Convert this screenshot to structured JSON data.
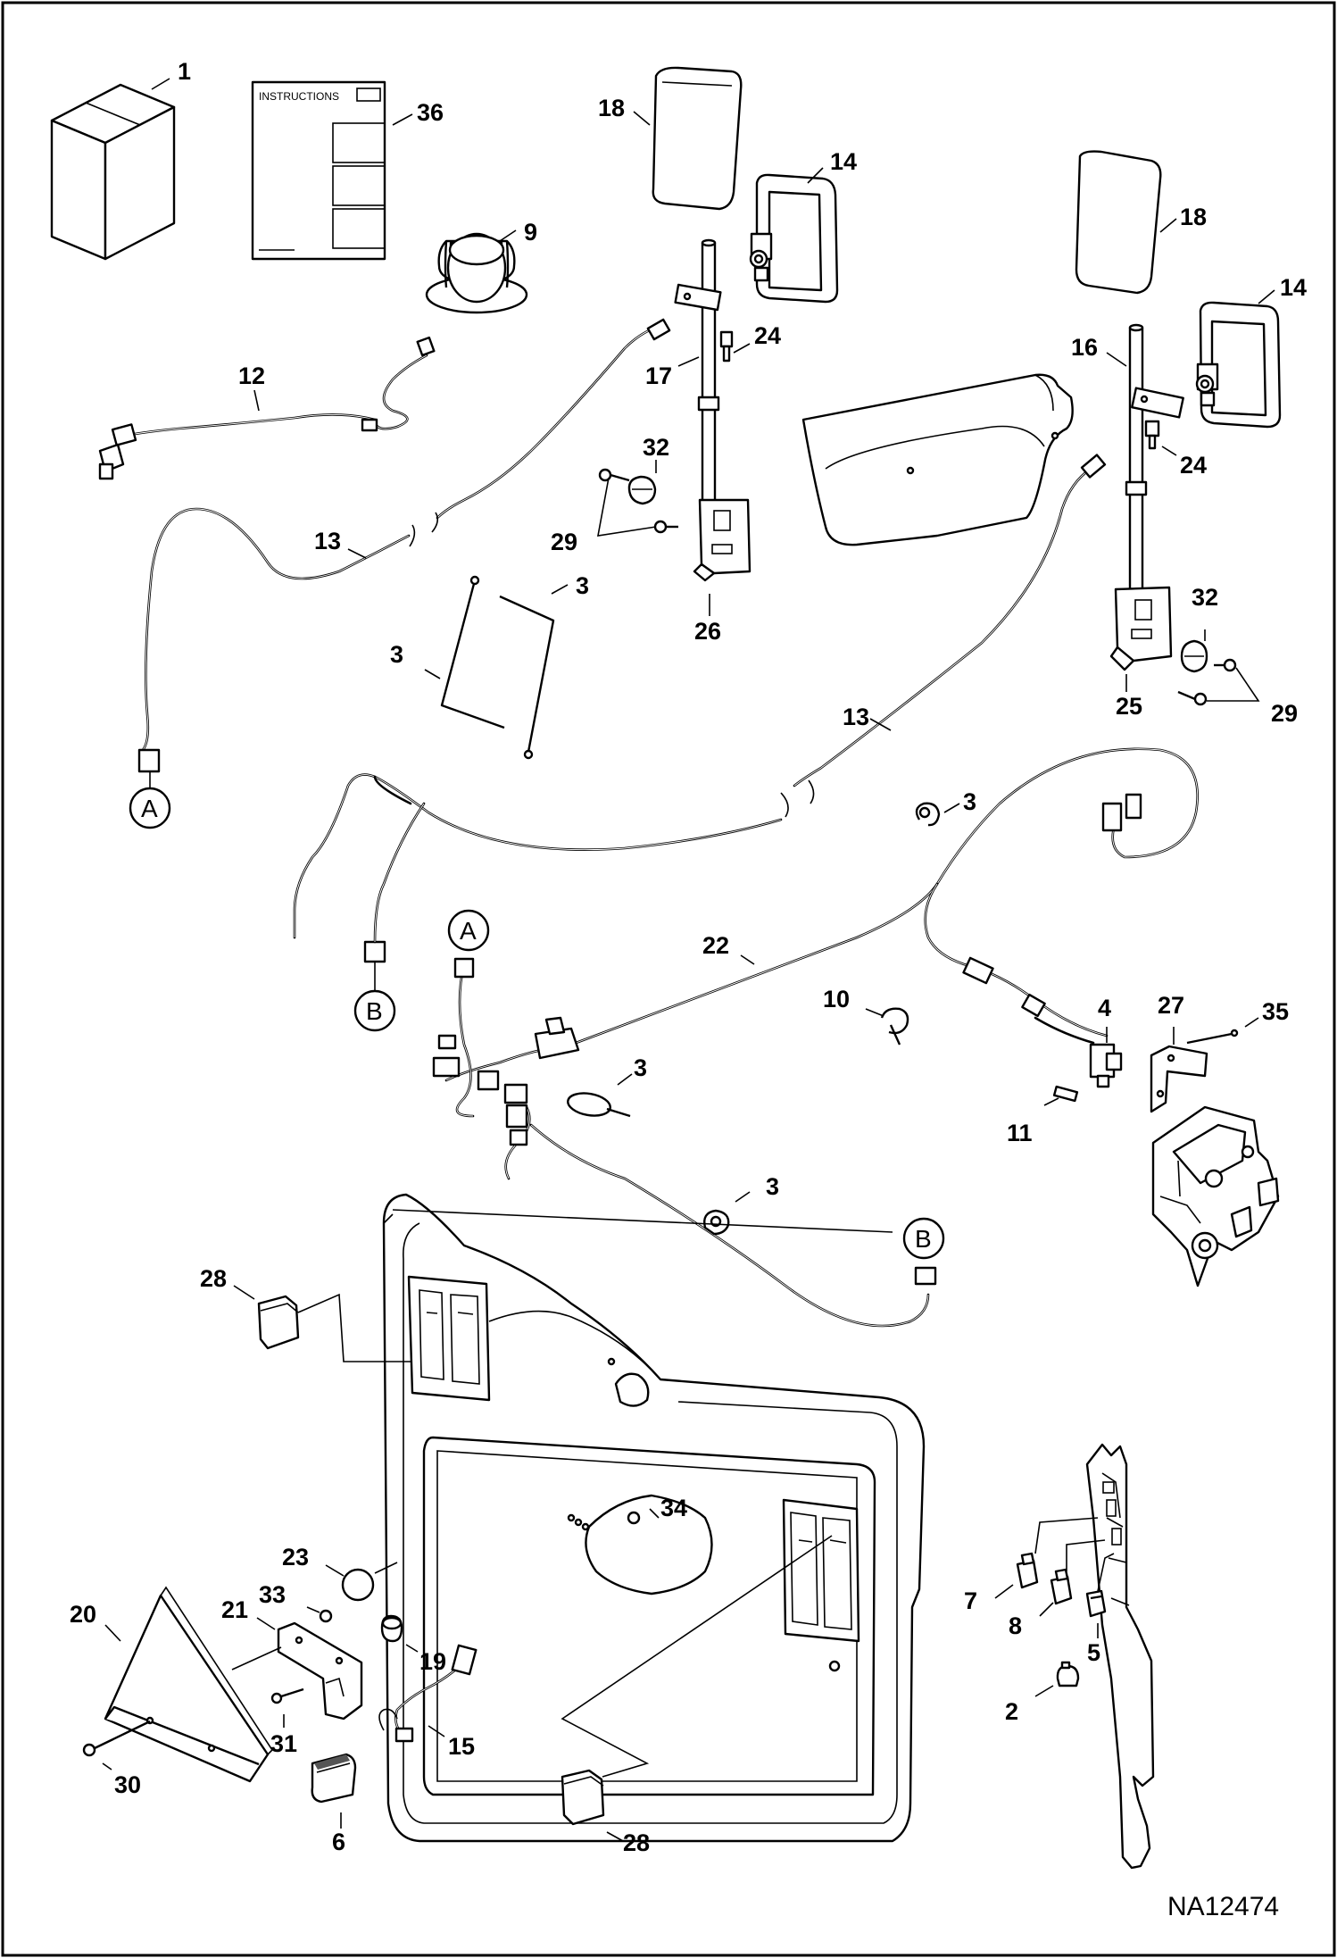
{
  "document_id": "NA12474",
  "instructions_heading": "INSTRUCTIONS",
  "connector_labels": {
    "a_top": "A",
    "a_mid": "A",
    "b_top": "B",
    "b_bottom": "B"
  },
  "callouts": {
    "c1": "1",
    "c36": "36",
    "c9": "9",
    "c12": "12",
    "c18_left": "18",
    "c14_left": "14",
    "c24_left": "24",
    "c17": "17",
    "c32_left": "32",
    "c29_left": "29",
    "c26": "26",
    "c13_left": "13",
    "c3_tie_a": "3",
    "c3_tie_b": "3",
    "c18_right": "18",
    "c14_right": "14",
    "c16": "16",
    "c24_right": "24",
    "c32_right": "32",
    "c25": "25",
    "c29_right": "29",
    "c13_right": "13",
    "c3_clip_top": "3",
    "c22": "22",
    "c10": "10",
    "c4": "4",
    "c27": "27",
    "c35": "35",
    "c11": "11",
    "c3_tie_c": "3",
    "c3_clip_mid": "3",
    "c28_top": "28",
    "c34": "34",
    "c23": "23",
    "c21": "21",
    "c33": "33",
    "c20": "20",
    "c19": "19",
    "c31": "31",
    "c15": "15",
    "c30": "30",
    "c6": "6",
    "c28_bottom": "28",
    "c7": "7",
    "c8": "8",
    "c5": "5",
    "c2": "2"
  }
}
